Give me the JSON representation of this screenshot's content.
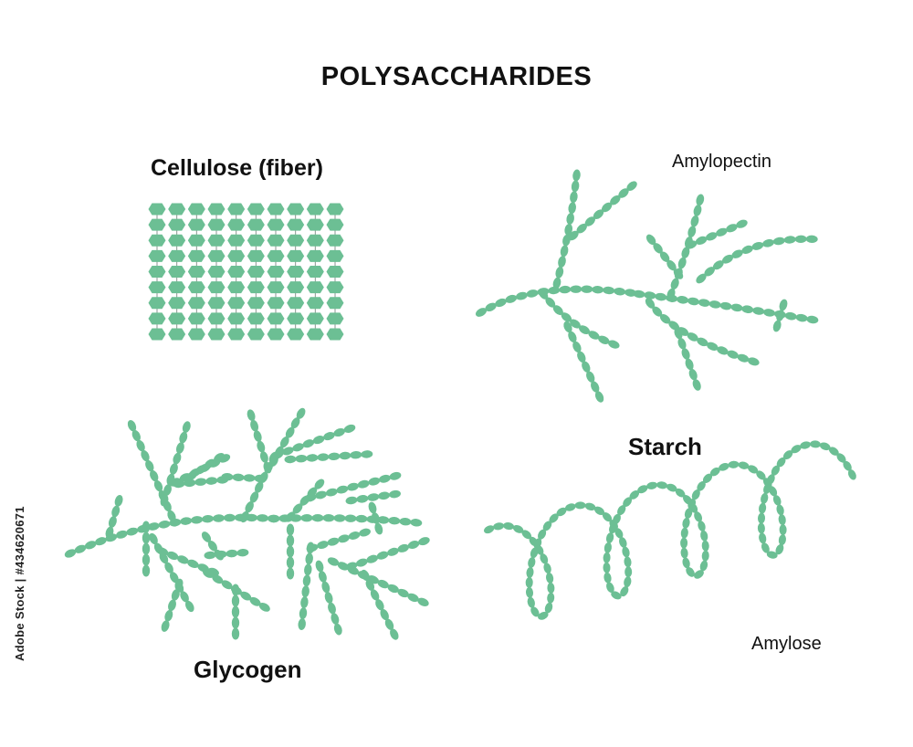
{
  "title": "POLYSACCHARIDES",
  "labels": {
    "cellulose": "Cellulose (fiber)",
    "amylopectin": "Amylopectin",
    "starch": "Starch",
    "glycogen": "Glycogen",
    "amylose": "Amylose"
  },
  "stock_id": "Adobe Stock | #434620671",
  "colors": {
    "bead": "#6cbf94",
    "link": "#8a9690",
    "background": "#ffffff"
  }
}
